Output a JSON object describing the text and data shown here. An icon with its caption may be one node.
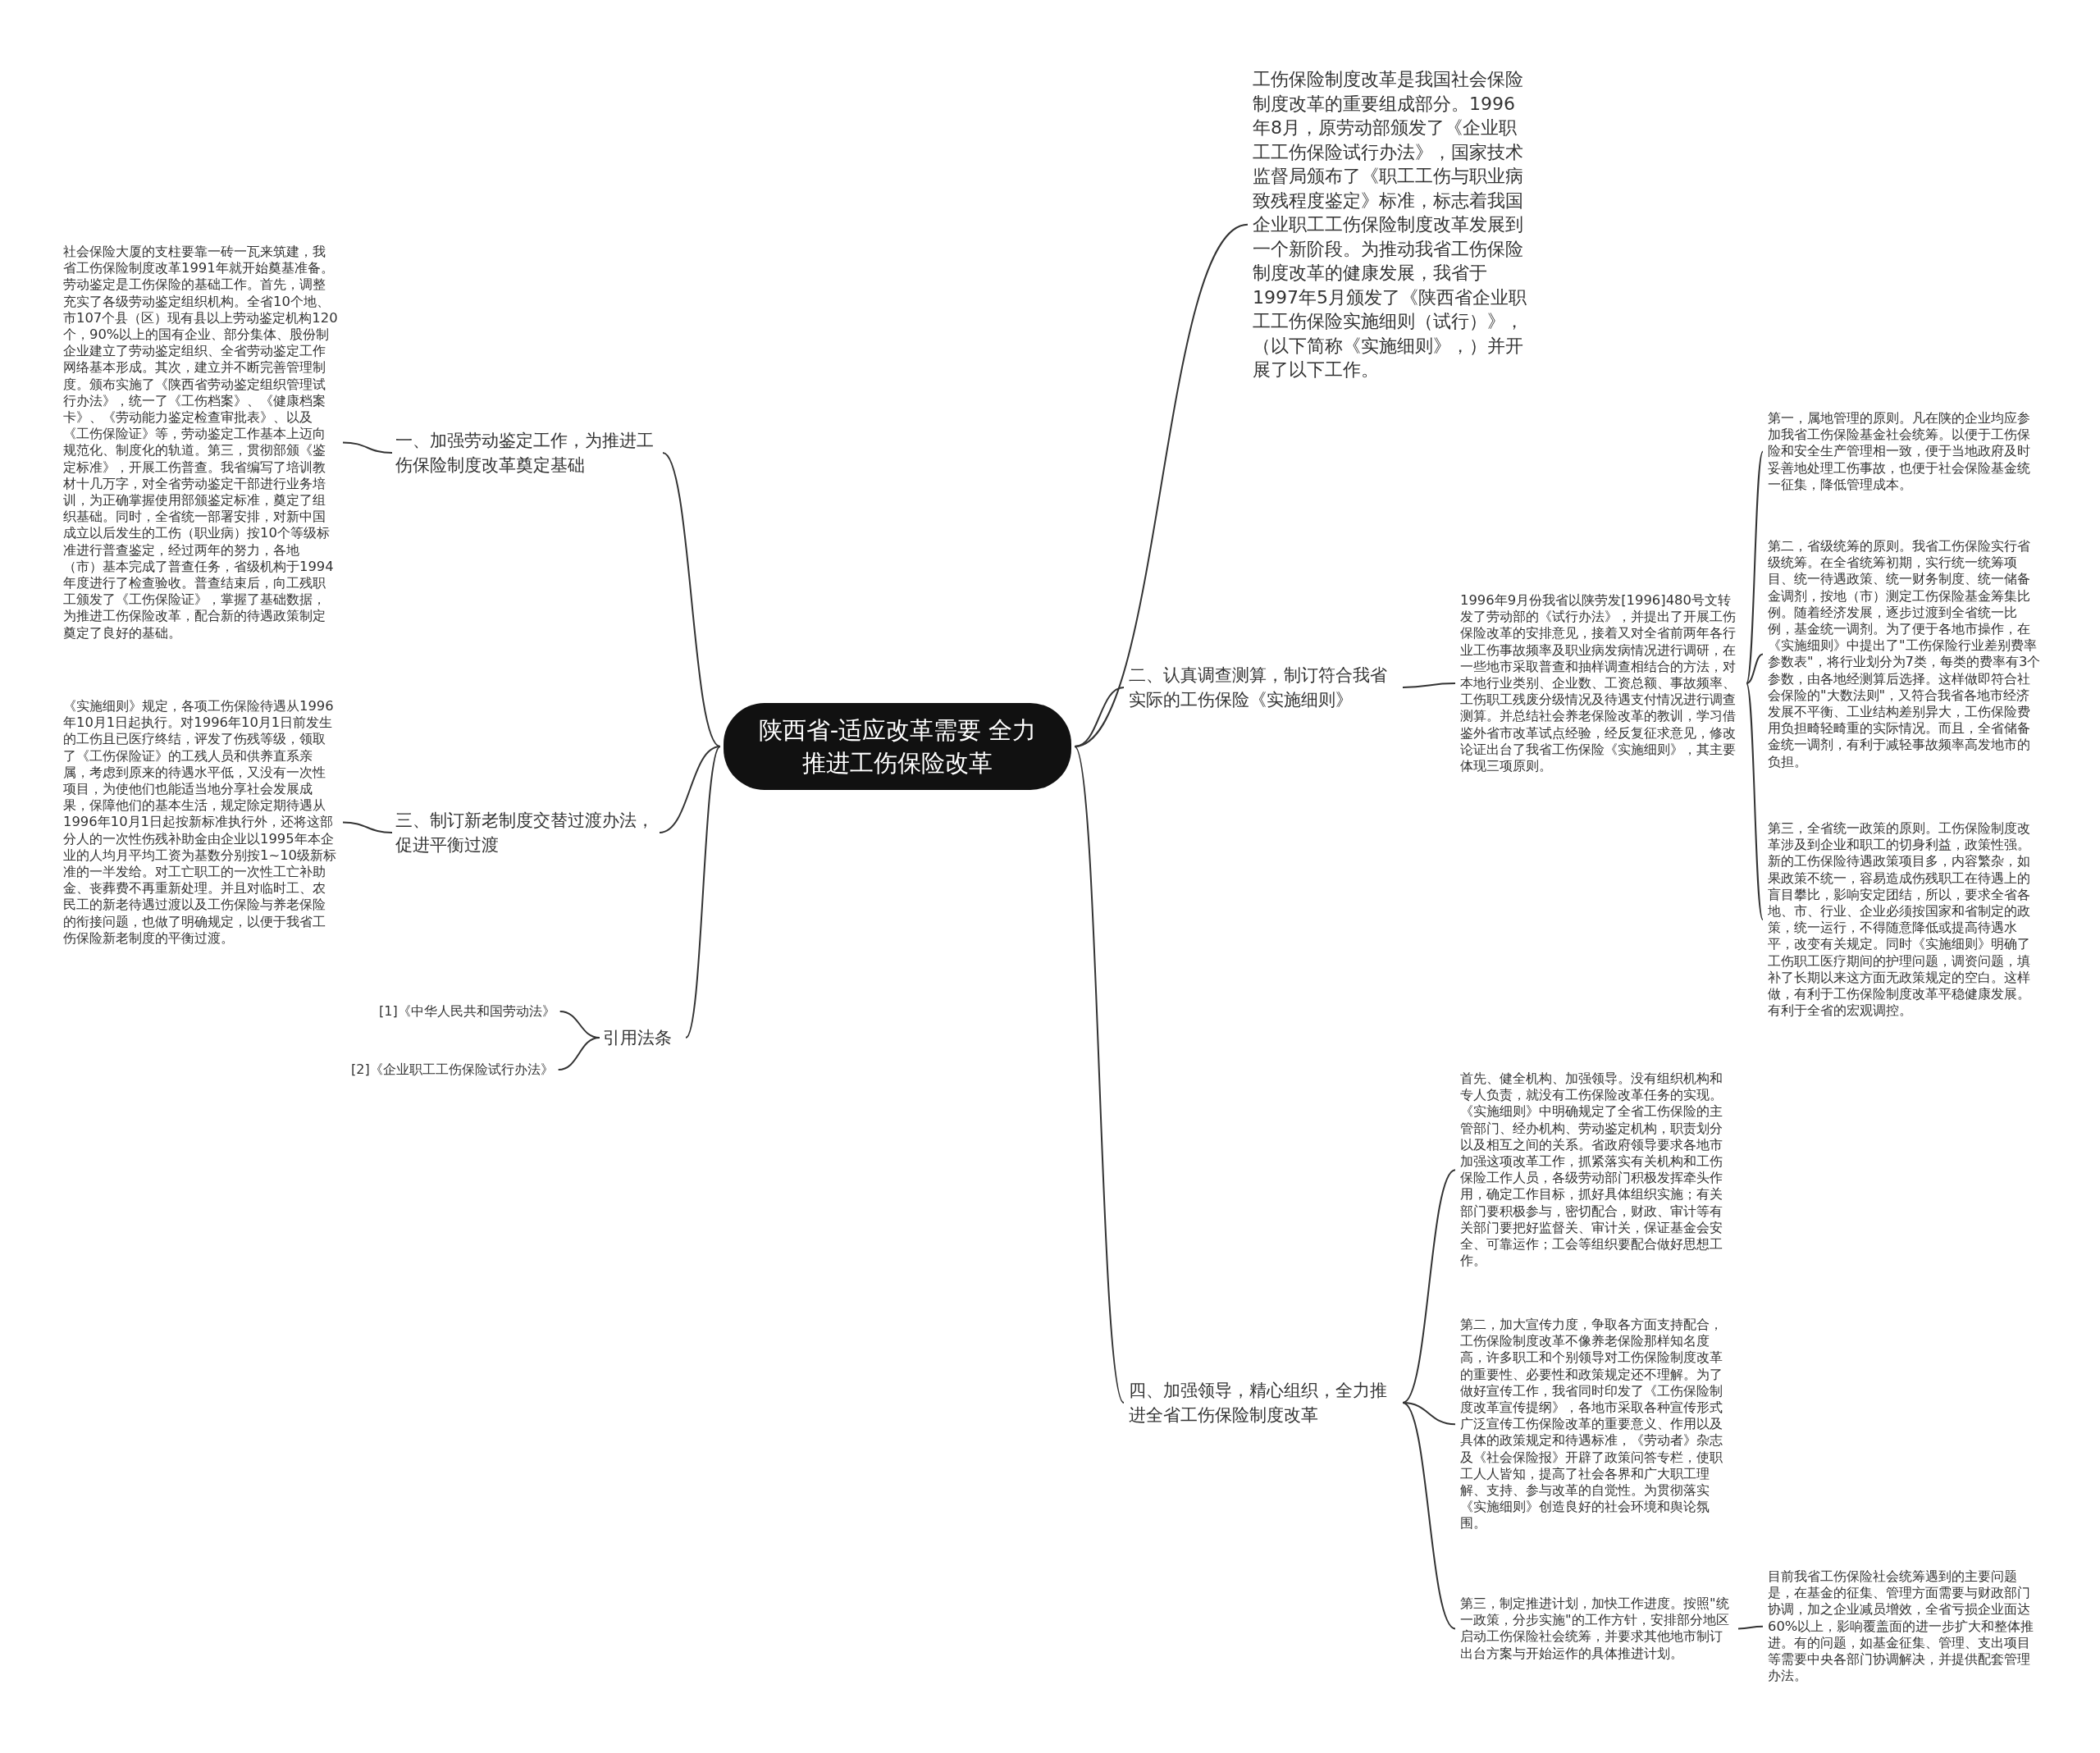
{
  "diagram": {
    "nodes": [
      {
        "text": [
          "陕西省-适应改革需要 全力推进工伤保险改革"
        ]
      },
      {
        "text": [
          "工伤保险制度改革是我国社会保险制度改革的重要组成部分。1996年8月，原劳动部颁发了《企业职工工伤保险试行办法》，国家技术监督局颁布了《职工工伤与职业病致残程度鉴定》标准，标志着我国企业职工工伤保险制度改革发展到一个新阶段。为推动我省工伤保险制度改革的健康发展，我省于1997年5月颁发了《陕西省企业职工工伤保险实施细则（试行）》，（以下简称《实施细则》，）并开展了以下工作。"
        ]
      },
      {
        "text": [
          "一、加强劳动鉴定工作，为推进工伤保险制度改革奠定基础"
        ]
      },
      {
        "text": [
          "社会保险大厦的支柱要靠一砖一瓦来筑建，我省工伤保险制度改革1991年就开始奠基准备。劳动鉴定是工伤保险的基础工作。首先，调整充实了各级劳动鉴定组织机构。全省10个地、市107个县（区）现有县以上劳动鉴定机构120个，90%以上的国有企业、部分集体、股份制企业建立了劳动鉴定组织、全省劳动鉴定工作网络基本形成。其次，建立并不断完善管理制度。颁布实施了《陕西省劳动鉴定组织管理试行办法》，统一了《工伤档案》、《健康档案卡》、《劳动能力鉴定检查审批表》、以及《工伤保险证》等，劳动鉴定工作基本上迈向规范化、制度化的轨道。第三，贯彻部颁《鉴定标准》，开展工伤普查。我省编写了培训教材十几万字，对全省劳动鉴定干部进行业务培训，为正确掌握使用部颁鉴定标准，奠定了组织基础。同时，全省统一部署安排，对新中国成立以后发生的工伤（职业病）按10个等级标准进行普查鉴定，经过两年的努力，各地（市）基本完成了普查任务，省级机构于1994年度进行了检查验收。普查结束后，向工残职工颁发了《工伤保险证》，掌握了基础数据，为推进工伤保险改革，配合新的待遇政策制定奠定了良好的基础。"
        ]
      },
      {
        "text": [
          "三、制订新老制度交替过渡办法，促进平衡过渡"
        ]
      },
      {
        "text": [
          "《实施细则》规定，各项工伤保险待遇从1996年10月1日起执行。对1996年10月1日前发生的工伤且已医疗终结，评发了伤残等级，领取了《工伤保险证》的工残人员和供养直系亲属，考虑到原来的待遇水平低，又没有一次性项目，为使他们也能适当地分享社会发展成果，保障他们的基本生活，规定除定期待遇从1996年10月1日起按新标准执行外，还将这部分人的一次性伤残补助金由企业以1995年本企业的人均月平均工资为基数分别按1~10级新标准的一半发给。对工亡职工的一次性工亡补助金、丧葬费不再重新处理。并且对临时工、农民工的新老待遇过渡以及工伤保险与养老保险的衔接问题，也做了明确规定，以便于我省工伤保险新老制度的平衡过渡。"
        ]
      },
      {
        "text": [
          "引用法条"
        ]
      },
      {
        "text": [
          "[1]《中华人民共和国劳动法》"
        ]
      },
      {
        "text": [
          "[2]《企业职工工伤保险试行办法》"
        ]
      },
      {
        "text": [
          "二、认真调查测算，制订符合我省实际的工伤保险《实施细则》"
        ]
      },
      {
        "text": [
          "1996年9月份我省以陕劳发[1996]480号文转发了劳动部的《试行办法》，并提出了开展工伤保险改革的安排意见，接着又对全省前两年各行业工伤事故频率及职业病发病情况进行调研，在一些地市采取普查和抽样调查相结合的方法，对本地行业类别、企业数、工资总额、事故频率、工伤职工残废分级情况及待遇支付情况进行调查测算。并总结社会养老保险改革的教训，学习借鉴外省市改革试点经验，经反复征求意见，修改论证出台了我省工伤保险《实施细则》，其主要体现三项原则。"
        ]
      },
      {
        "text": [
          "第一，属地管理的原则。凡在陕的企业均应参加我省工伤保险基金社会统筹。以便于工伤保险和安全生产管理相一致，便于当地政府及时妥善地处理工伤事故，也便于社会保险基金统一征集，降低管理成本。"
        ]
      },
      {
        "text": [
          "第二，省级统筹的原则。我省工伤保险实行省级统筹。在全省统筹初期，实行统一统筹项目、统一待遇政策、统一财务制度、统一储备金调剂，按地（市）测定工伤保险基金筹集比例。随着经济发展，逐步过渡到全省统一比例，基金统一调剂。为了便于各地市操作，在《实施细则》中提出了\"工伤保险行业差别费率参数表\"，将行业划分为7类，每类的费率有3个参数，由各地经测算后选择。这样做即符合社会保险的\"大数法则\"，又符合我省各地市经济发展不平衡、工业结构差别异大，工伤保险费用负担畸轻畸重的实际情况。而且，全省储备金统一调剂，有利于减轻事故频率高发地市的负担。"
        ]
      },
      {
        "text": [
          "第三，全省统一政策的原则。工伤保险制度改革涉及到企业和职工的切身利益，政策性强。新的工伤保险待遇政策项目多，内容繁杂，如果政策不统一，容易造成伤残职工在待遇上的盲目攀比，影响安定团结，所以，要求全省各地、市、行业、企业必须按国家和省制定的政策，统一运行，不得随意降低或提高待遇水平，改变有关规定。同时《实施细则》明确了工伤职工医疗期间的护理问题，调资问题，填补了长期以来这方面无政策规定的空白。这样做，有利于工伤保险制度改革平稳健康发展。有利于全省的宏观调控。"
        ]
      },
      {
        "text": [
          "四、加强领导，精心组织，全力推进全省工伤保险制度改革"
        ]
      },
      {
        "text": [
          "首先、健全机构、加强领导。没有组织机构和专人负责，就没有工伤保险改革任务的实现。《实施细则》中明确规定了全省工伤保险的主管部门、经办机构、劳动鉴定机构，职责划分以及相互之间的关系。省政府领导要求各地市加强这项改革工作，抓紧落实有关机构和工伤保险工作人员，各级劳动部门积极发挥牵头作用，确定工作目标，抓好具体组织实施；有关部门要积极参与，密切配合，财政、审计等有关部门要把好监督关、审计关，保证基金会安全、可靠运作；工会等组织要配合做好思想工作。"
        ]
      },
      {
        "text": [
          "第二，加大宣传力度，争取各方面支持配合，工伤保险制度改革不像养老保险那样知名度高，许多职工和个别领导对工伤保险制度改革的重要性、必要性和政策规定还不理解。为了做好宣传工作，我省同时印发了《工伤保险制度改革宣传提纲》，各地市采取各种宣传形式广泛宣传工伤保险改革的重要意义、作用以及具体的政策规定和待遇标准，《劳动者》杂志及《社会保险报》开辟了政策问答专栏，使职工人人皆知，提高了社会各界和广大职工理解、支持、参与改革的自觉性。为贯彻落实《实施细则》创造良好的社会环境和舆论氛围。"
        ]
      },
      {
        "text": [
          "第三，制定推进计划，加快工作进度。按照\"统一政策，分步实施\"的工作方针，安排部分地区启动工伤保险社会统筹，并要求其他地市制订出台方案与开始运作的具体推进计划。"
        ]
      },
      {
        "text": [
          "目前我省工伤保险社会统筹遇到的主要问题是，在基金的征集、管理方面需要与财政部门协调，加之企业减员增效，全省亏损企业面达60%以上，影响覆盖面的进一步扩大和整体推进。有的问题，如基金征集、管理、支出项目等需要中央各部门协调解决，并提供配套管理办法。"
        ]
      }
    ],
    "edges": [
      {
        "from": 0,
        "to": 1,
        "arrow": "none"
      },
      {
        "from": 0,
        "to": 2,
        "arrow": "none"
      },
      {
        "from": 2,
        "to": 3,
        "arrow": "none"
      },
      {
        "from": 0,
        "to": 4,
        "arrow": "none"
      },
      {
        "from": 4,
        "to": 5,
        "arrow": "none"
      },
      {
        "from": 0,
        "to": 6,
        "arrow": "none"
      },
      {
        "from": 6,
        "to": 7,
        "arrow": "none"
      },
      {
        "from": 6,
        "to": 8,
        "arrow": "none"
      },
      {
        "from": 0,
        "to": 9,
        "arrow": "none"
      },
      {
        "from": 9,
        "to": 10,
        "arrow": "none"
      },
      {
        "from": 10,
        "to": 11,
        "arrow": "none"
      },
      {
        "from": 10,
        "to": 12,
        "arrow": "none"
      },
      {
        "from": 10,
        "to": 13,
        "arrow": "none"
      },
      {
        "from": 0,
        "to": 14,
        "arrow": "none"
      },
      {
        "from": 14,
        "to": 15,
        "arrow": "none"
      },
      {
        "from": 14,
        "to": 16,
        "arrow": "none"
      },
      {
        "from": 14,
        "to": 17,
        "arrow": "none"
      },
      {
        "from": 17,
        "to": 18,
        "arrow": "none"
      }
    ]
  }
}
